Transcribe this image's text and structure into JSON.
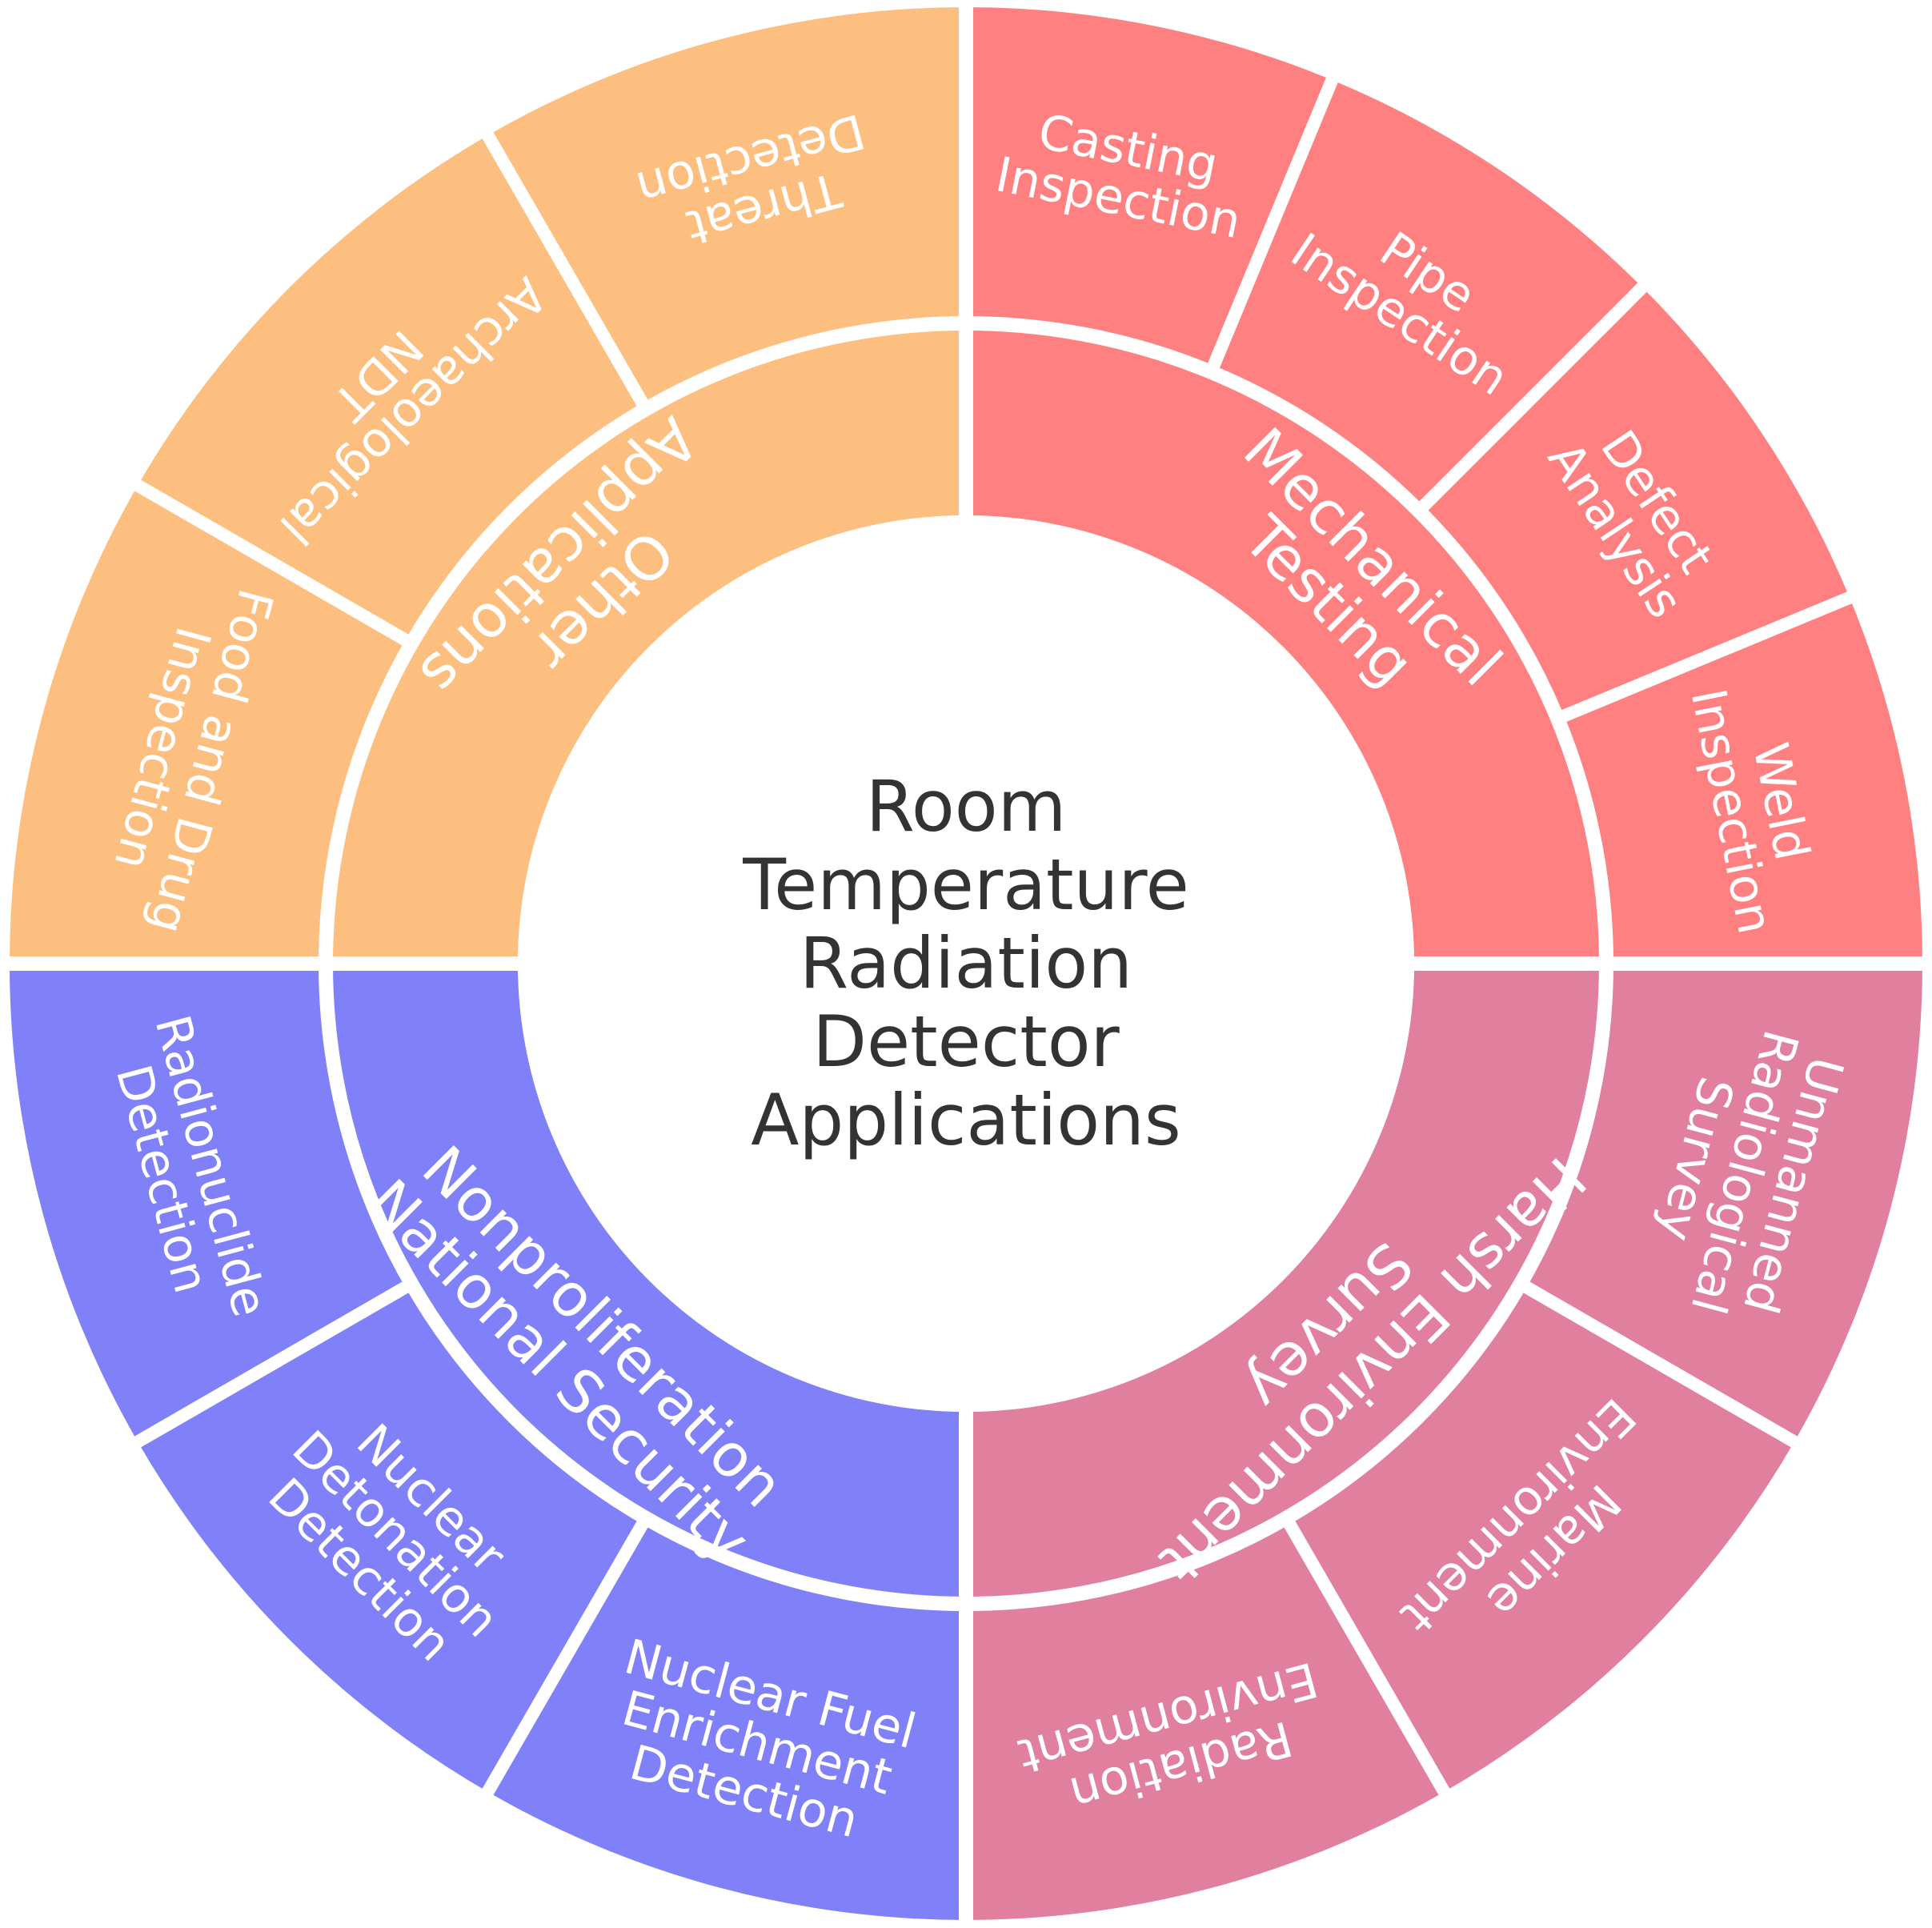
{
  "center": {
    "lines": [
      "Room",
      "Temperature",
      "Radiation",
      "Detector",
      "Applications"
    ]
  },
  "categories": [
    {
      "name_lines": [
        "Mechanical",
        "Testing"
      ],
      "color": "#ff8080",
      "children": [
        {
          "lines": [
            "Casting",
            "Inspection"
          ]
        },
        {
          "lines": [
            "Pipe",
            "Inspection"
          ]
        },
        {
          "lines": [
            "Defect",
            "Analysis"
          ]
        },
        {
          "lines": [
            "Weld",
            "Inspection"
          ]
        }
      ]
    },
    {
      "name_lines": [
        "Harsh Environment",
        "Survey"
      ],
      "color": "#e0809e",
      "children": [
        {
          "lines": [
            "Unmanned",
            "Radiological",
            "Survey"
          ]
        },
        {
          "lines": [
            "Marine",
            "Environment"
          ]
        },
        {
          "lines": [
            "Radiation",
            "Environment"
          ]
        }
      ]
    },
    {
      "name_lines": [
        "Nonproliferation",
        "National Security"
      ],
      "color": "#8080f8",
      "children": [
        {
          "lines": [
            "Nuclear Fuel",
            "Enrichment",
            "Detection"
          ]
        },
        {
          "lines": [
            "Nuclear",
            "Detonation",
            "Detection"
          ]
        },
        {
          "lines": [
            "Radionuclide",
            "Detection"
          ]
        }
      ]
    },
    {
      "name_lines": [
        "Other",
        "Applications"
      ],
      "color": "#fdbf80",
      "children": [
        {
          "lines": [
            "Food and Drug",
            "Inspection"
          ]
        },
        {
          "lines": [
            "Archaeological",
            "NDT"
          ]
        },
        {
          "lines": [
            "Threat",
            "Detection"
          ]
        }
      ]
    }
  ]
}
